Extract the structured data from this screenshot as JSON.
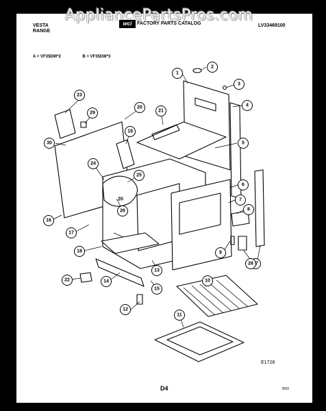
{
  "watermark": "AppliancePartsPros.com",
  "header": {
    "brand_line1": "VESTA",
    "brand_line2": "RANGE",
    "catalog_title": "FACTORY PARTS CATALOG",
    "logo_text": "wci",
    "doc_number": "LV33469100"
  },
  "models": {
    "a": "A = VF35DW*2",
    "b": "B = VF35DW*3"
  },
  "footer": {
    "figure_code": "E1728",
    "page_label": "D4",
    "date": "8/93"
  },
  "callouts": {
    "c1": "1",
    "c2": "2",
    "c3": "3",
    "c4": "4",
    "c5": "5",
    "c6": "6",
    "c7": "7",
    "c8": "8",
    "c9": "9",
    "c10": "10",
    "c11": "11",
    "c12": "12",
    "c13": "13",
    "c14": "14",
    "c15": "15",
    "c16": "16",
    "c17": "17",
    "c18": "18",
    "c19": "19",
    "c20a": "20",
    "c20b": "20",
    "c21": "21",
    "c22": "22",
    "c23": "23",
    "c24": "24",
    "c25": "25",
    "c26": "26",
    "c27": "27",
    "c28": "28",
    "c29": "29",
    "c30": "30"
  }
}
